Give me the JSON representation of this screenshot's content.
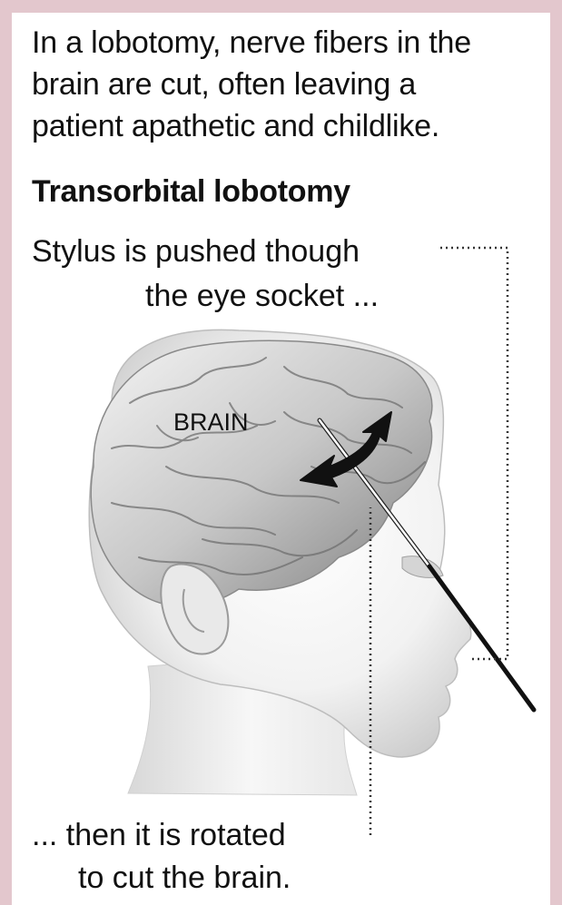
{
  "intro": {
    "lines": [
      "In a lobotomy, nerve fibers in the",
      "brain are cut, often leaving a",
      "patient apathetic and childlike."
    ]
  },
  "heading": "Transorbital lobotomy",
  "step1": {
    "line1": "Stylus is pushed though",
    "line2": "the eye socket ..."
  },
  "step2": {
    "line1": "... then it is rotated",
    "line2": "to cut the brain."
  },
  "labels": {
    "brain": "BRAIN"
  },
  "colors": {
    "frame": "#e3c7cd",
    "panel": "#ffffff",
    "text": "#111111"
  }
}
